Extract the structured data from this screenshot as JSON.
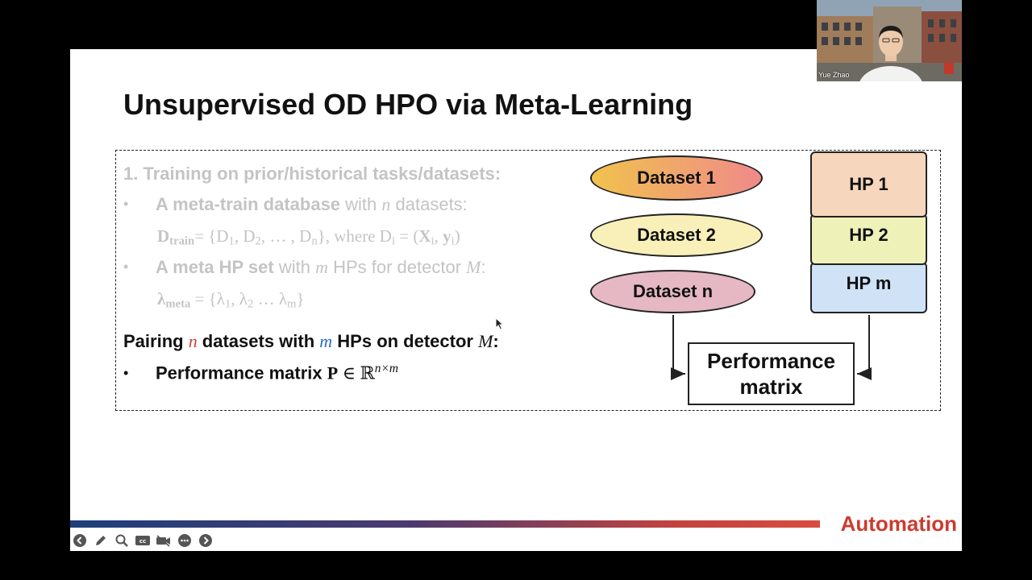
{
  "slide": {
    "title": "Unsupervised OD HPO via Meta-Learning",
    "step1": "1. Training on prior/historical tasks/datasets:",
    "bullet_char": "•",
    "bullet1": {
      "bold": "A meta-train database",
      "with": " with ",
      "var": "n",
      "rest": " datasets:"
    },
    "formula1": {
      "lhs": "D",
      "lhs_sub": "train",
      "eq": "= {D",
      "s1": "1",
      "c1": ", D",
      "s2": "2",
      "c2": ", … , D",
      "sn": "n",
      "mid": "}, where D",
      "si": "i",
      "eq2": " = (",
      "x": "X",
      "xi": "i",
      "comma": ", ",
      "y": "y",
      "yi": "i",
      "close": ")"
    },
    "bullet2": {
      "bold": "A meta HP set",
      "with": " with ",
      "var": "m",
      "mid": " HPs for detector ",
      "detector": "M",
      "colon": ":"
    },
    "formula2": {
      "lhs": "λ",
      "lhs_sub": "meta",
      "eq": " = {λ",
      "s1": "1",
      "c1": ", λ",
      "s2": "2",
      "c2": " … λ",
      "sm": "m",
      "close": "}"
    },
    "pairing": {
      "p1": "Pairing ",
      "n": "n",
      "p2": " datasets with ",
      "m": "m",
      "p3": " HPs on detector ",
      "M": "M",
      "p4": ":"
    },
    "perf_bullet": {
      "label": "Performance matrix ",
      "P": "P",
      "in": " ∈ ℝ",
      "sup": "n×m"
    },
    "diagram": {
      "datasets": [
        "Dataset 1",
        "Dataset 2",
        "Dataset n"
      ],
      "dataset_colors": [
        "#f1c24d",
        "#f8f0b8",
        "#e5b8c4"
      ],
      "hps": [
        "HP 1",
        "HP 2",
        "HP m"
      ],
      "hp_colors": [
        "#f6d6bc",
        "#eef2b8",
        "#cfe2f6"
      ],
      "perf_line1": "Performance",
      "perf_line2": "matrix"
    },
    "footer_label": "Automation"
  },
  "webcam": {
    "name": "Yue Zhao"
  },
  "toolbar": {
    "icons": [
      "prev-arrow-icon",
      "pen-icon",
      "zoom-icon",
      "captions-icon",
      "camera-off-icon",
      "more-icon",
      "next-arrow-icon"
    ]
  },
  "colors": {
    "faded_text": "#c4c4c4",
    "accent_red": "#cc3b30",
    "var_red": "#d0413f",
    "var_blue": "#2b6cc4"
  }
}
